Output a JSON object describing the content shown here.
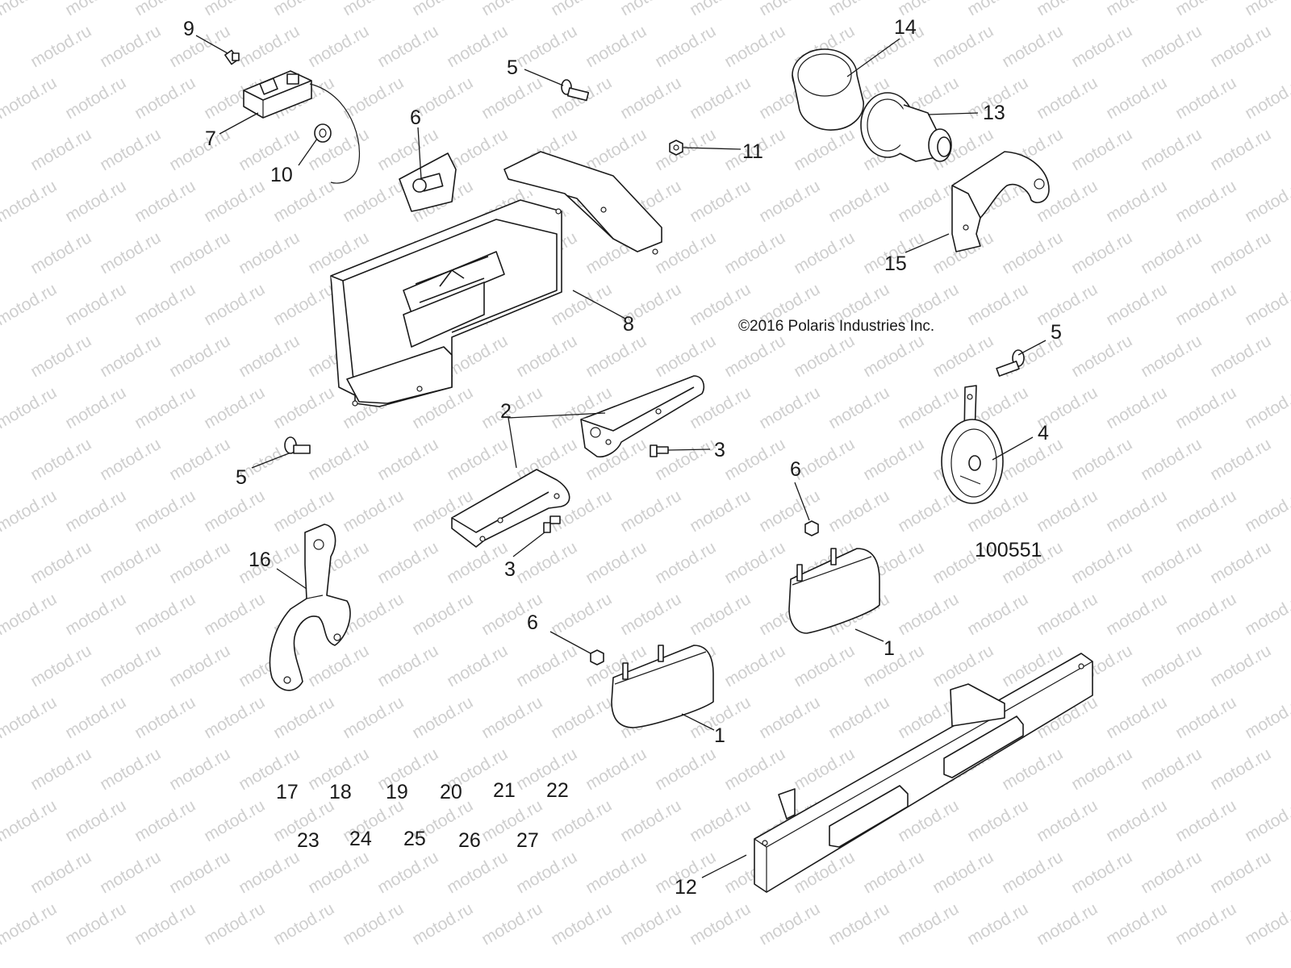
{
  "copyright": "©2016  Polaris Industries Inc.",
  "diagram_id": "100551",
  "watermark": "motod.ru",
  "callouts": [
    "9",
    "7",
    "10",
    "5",
    "6",
    "11",
    "14",
    "13",
    "15",
    "8",
    "2",
    "3",
    "5",
    "4",
    "6",
    "5",
    "16",
    "3",
    "1",
    "6",
    "1",
    "12"
  ],
  "extra_refs": {
    "row1": [
      "17",
      "18",
      "19",
      "20",
      "21",
      "22"
    ],
    "row2": [
      "23",
      "24",
      "25",
      "26",
      "27"
    ]
  }
}
